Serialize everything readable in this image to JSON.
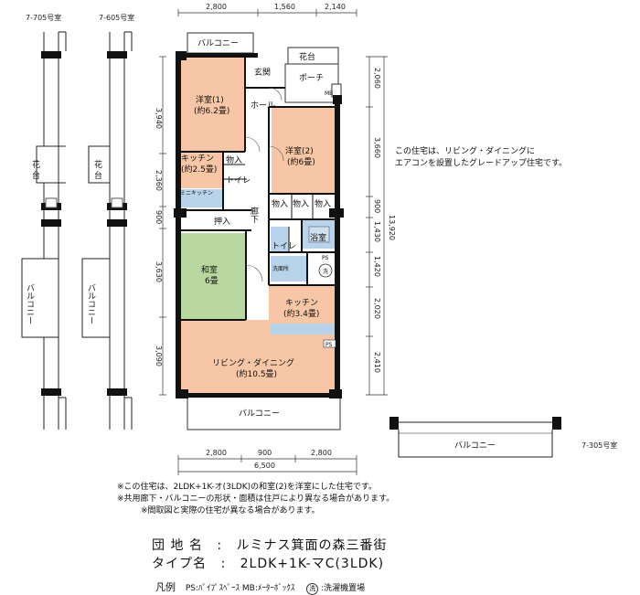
{
  "unit_labels": {
    "left": "7-705号室",
    "mid": "7-605号室",
    "right": "7-305号室"
  },
  "dims": {
    "top": [
      "2,800",
      "1,560",
      "2,140"
    ],
    "bottom": [
      "2,800",
      "900",
      "2,800"
    ],
    "bottom_total": "6,500",
    "left": [
      "3,940",
      "2,360",
      "900",
      "3,630",
      "3,090"
    ],
    "right": [
      "2,060",
      "3,660",
      "900",
      "1,430",
      "1,420",
      "2,020",
      "2,410"
    ],
    "right_total": "13,920"
  },
  "rooms": {
    "balcony": "バルコニー",
    "flower_bed": "花台",
    "entrance": "玄関",
    "porch": "ポーチ",
    "mb": "MB",
    "hall": "ホール",
    "western1": "洋室(1)",
    "western1_size": "(約6.2畳)",
    "western2": "洋室(2)",
    "western2_size": "(約6畳)",
    "kitchen_small": "キッチン",
    "kitchen_small_size": "(約2.5畳)",
    "storage": "物入",
    "toilet": "トイレ",
    "mini_kitchen": "ミニキッチン",
    "oshiire": "押入",
    "corridor": "廊下",
    "bath": "浴室",
    "washroom": "洗面所",
    "washer": "洗",
    "pf": "PS",
    "japanese": "和室",
    "japanese_size": "6畳",
    "kitchen": "キッチン",
    "kitchen_size": "(約3.4畳)",
    "ps": "PS",
    "living": "リビング・ダイニング",
    "living_size": "(約10.5畳)"
  },
  "side_note": [
    "この住宅は、リビング・ダイニングに",
    "エアコンを設置したグレードアップ住宅です。"
  ],
  "notes": [
    "※この住宅は、2LDK+1K-オ(3LDK)の和室(2)を洋室にした住宅です。",
    "※共用廊下・バルコニーの形状・面積は住戸により異なる場合があります。",
    "※間取図と実際の住宅が異なる場合があります。"
  ],
  "info": {
    "estate_label": "団 地 名",
    "estate_value": "ルミナス箕面の森三番街",
    "type_label": "タイプ名",
    "type_value": "2LDK+1K-マC(3LDK)",
    "sep": ":"
  },
  "legend": {
    "title": "凡例",
    "ps": "PS:ﾊﾟｲﾌﾟｽﾍﾟｰｽ MB:ﾒｰﾀｰﾎﾞｯｸｽ",
    "washer_icon": "洗",
    "washer": ":洗濯機置場"
  },
  "colors": {
    "western": "#f6c6a6",
    "japanese": "#b9d7a0",
    "wet": "#b9d4ea",
    "floor": "#ffffff",
    "wall": "#111111"
  }
}
